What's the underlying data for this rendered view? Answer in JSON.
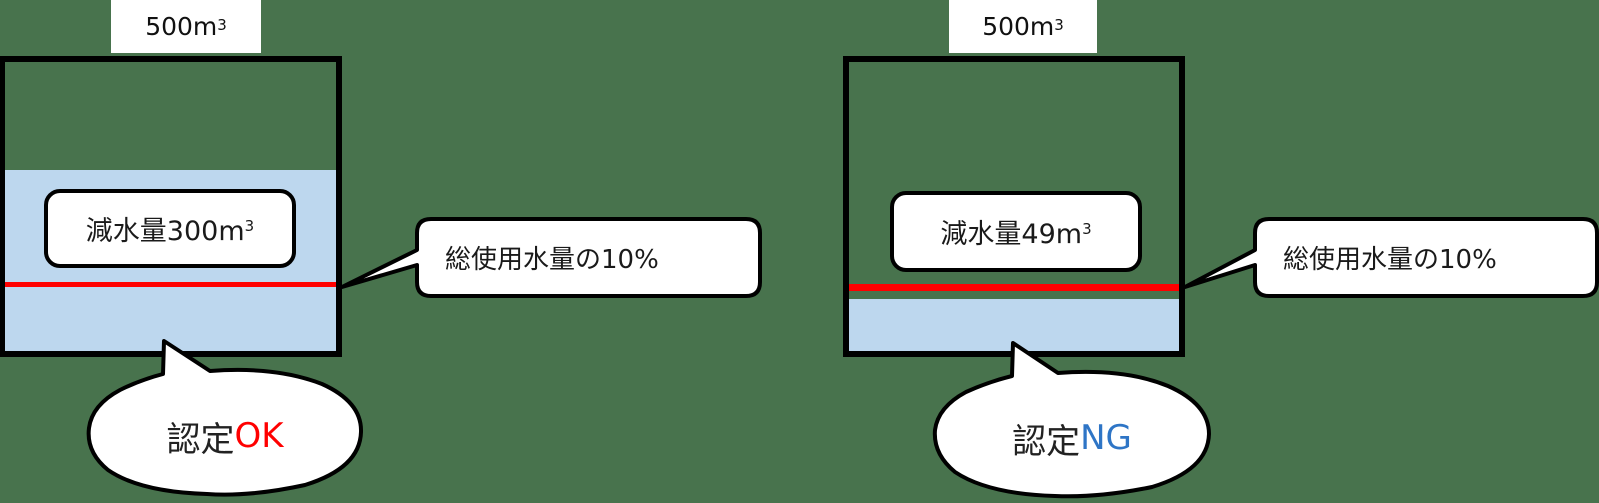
{
  "colors": {
    "background": "#48734d",
    "water": "#bdd7ee",
    "threshold_line": "#ff0000",
    "ok": "#ff0000",
    "ng": "#2e75c6"
  },
  "panels": [
    {
      "capacity_label": "500m",
      "capacity_unit_sup": "3",
      "reduction_label": "減水量300m",
      "reduction_unit_sup": "3",
      "threshold_callout": "総使用水量の10%",
      "verdict_prefix": "認定",
      "verdict_result": "OK"
    },
    {
      "capacity_label": "500m",
      "capacity_unit_sup": "3",
      "reduction_label": "減水量49m",
      "reduction_unit_sup": "3",
      "threshold_callout": "総使用水量の10%",
      "verdict_prefix": "認定",
      "verdict_result": "NG"
    }
  ]
}
